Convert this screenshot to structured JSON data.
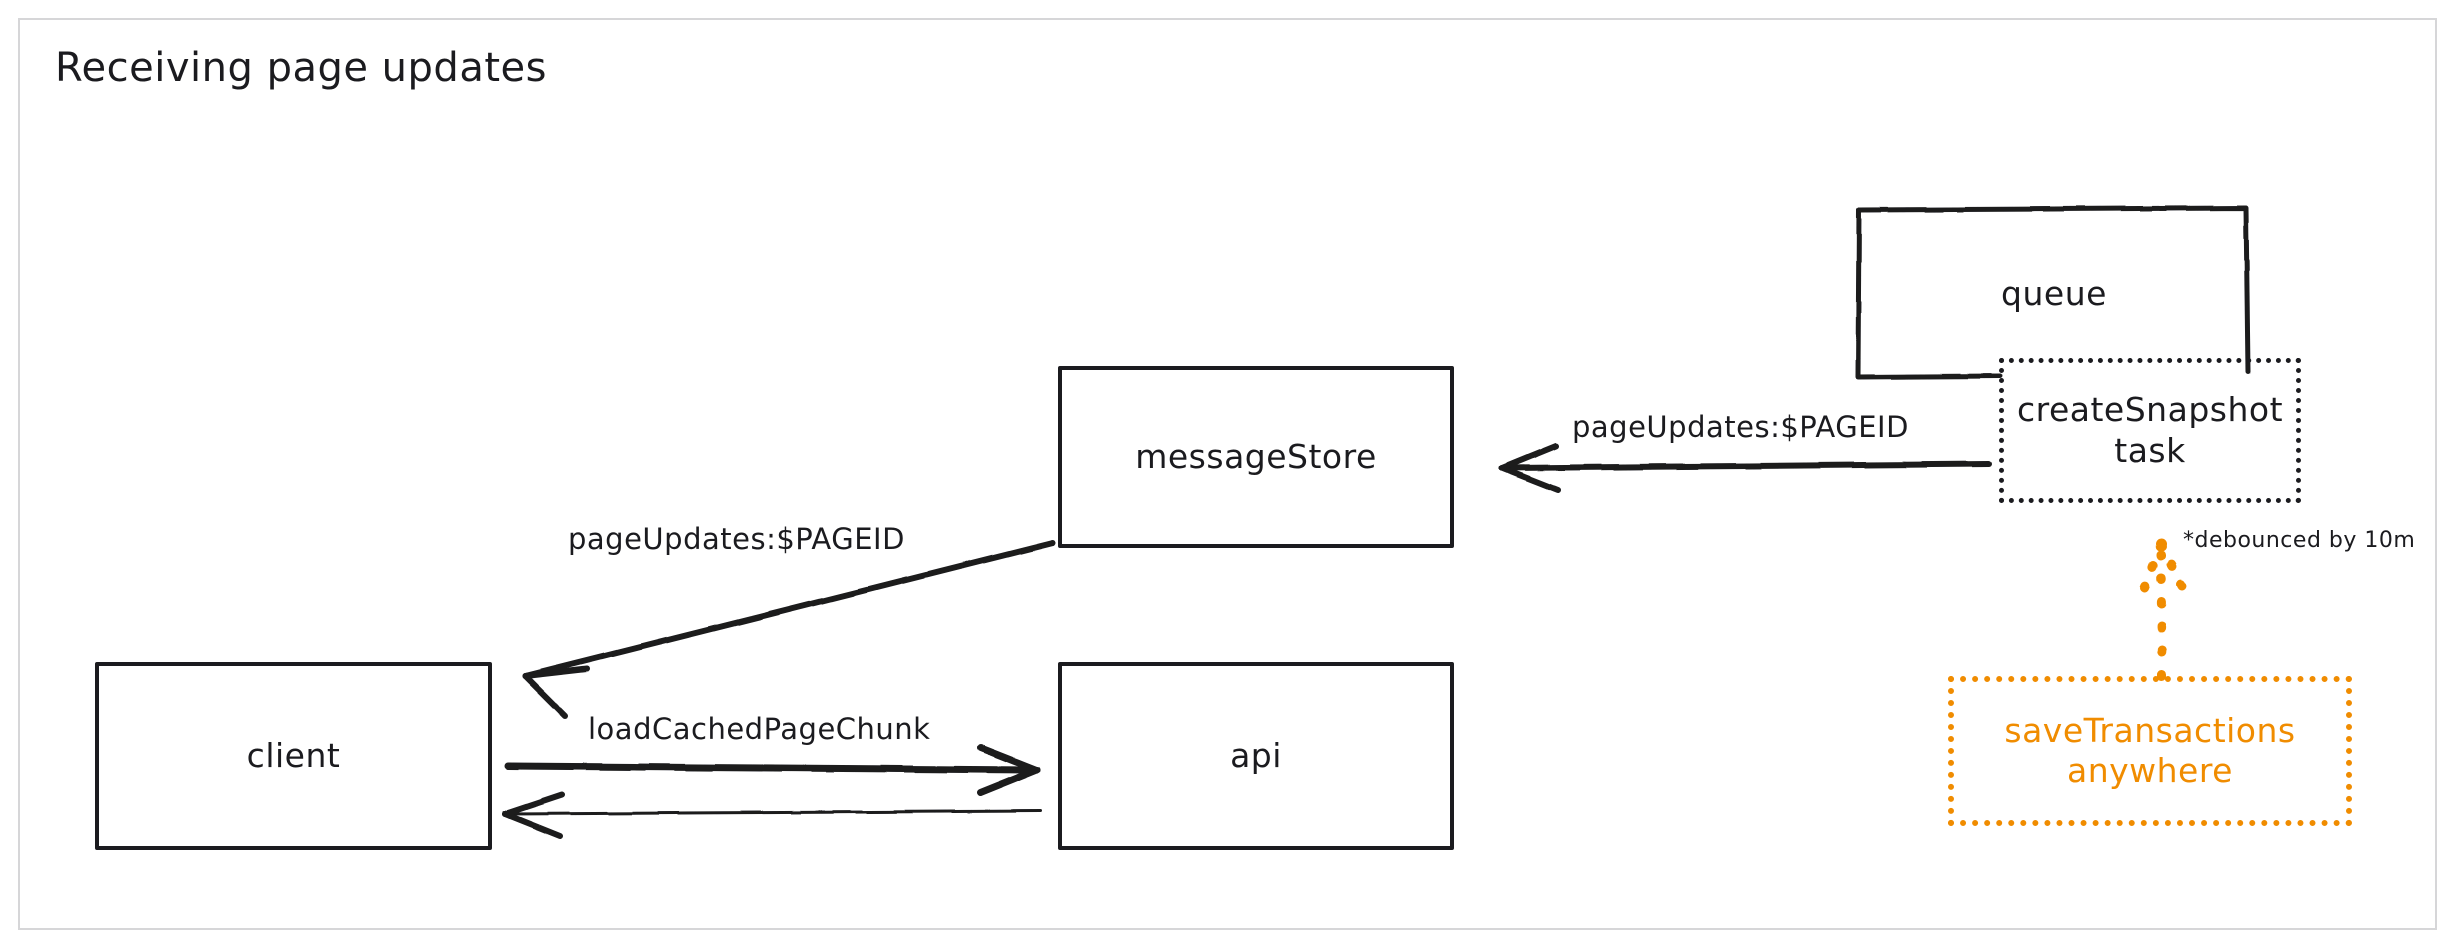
{
  "page": {
    "title": "Receiving page updates",
    "background": "#ffffff",
    "frame_color": "#d6d6d8",
    "ink_color": "#1b1b1f",
    "accent_color": "#f08c00"
  },
  "nodes": {
    "message_store": {
      "label": "messageStore",
      "style": "solid"
    },
    "client": {
      "label": "client",
      "style": "solid"
    },
    "api": {
      "label": "api",
      "style": "solid"
    },
    "queue": {
      "label": "queue",
      "style": "solid-open"
    },
    "create_snapshot_task": {
      "label": "createSnapshot\ntask",
      "style": "dotted"
    },
    "save_transactions": {
      "label": "saveTransactions\nanywhere",
      "style": "dotted-orange"
    }
  },
  "edges": {
    "task_to_message_store": {
      "label": "pageUpdates:$PAGEID",
      "direction": "left",
      "style": "solid"
    },
    "message_store_to_client": {
      "label": "pageUpdates:$PAGEID",
      "direction": "down-left",
      "style": "solid"
    },
    "client_to_api": {
      "label": "loadCachedPageChunk",
      "direction": "right",
      "style": "solid"
    },
    "api_to_client": {
      "label": "",
      "direction": "left",
      "style": "solid-thin"
    },
    "save_transactions_to_task": {
      "label": "",
      "direction": "up",
      "style": "dotted-orange"
    }
  },
  "annotations": {
    "debounce_note": "*debounced by 10m"
  }
}
